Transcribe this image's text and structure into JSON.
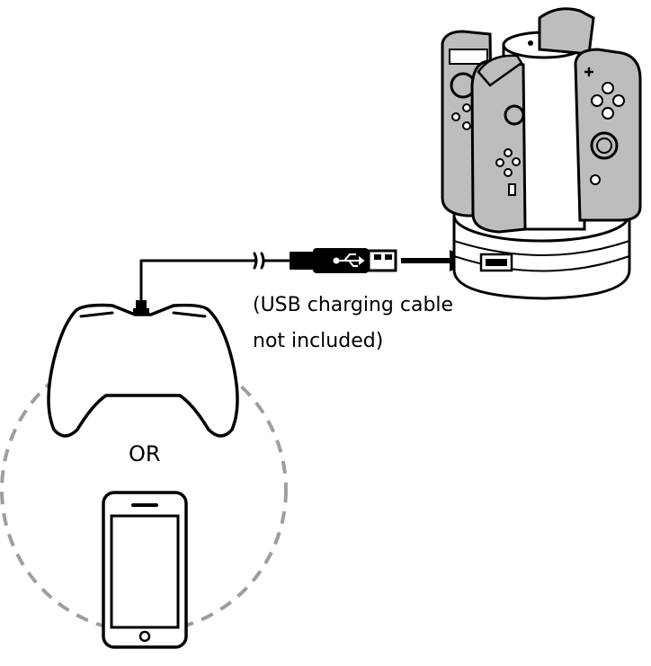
{
  "labels": {
    "cable_note_line1": "(USB charging cable",
    "cable_note_line2": "not included)",
    "or_label": "OR"
  },
  "colors": {
    "outline": "#000000",
    "joycon_gray": "#bdbdbd",
    "dashed_circle": "#9e9e9e",
    "background": "#ffffff"
  },
  "icons": {
    "usb_symbol": "usb-trident-icon"
  }
}
